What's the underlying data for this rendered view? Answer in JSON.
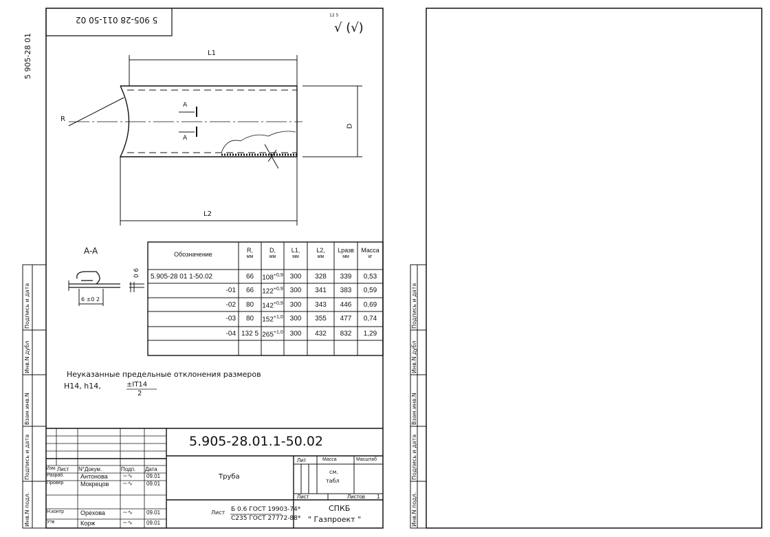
{
  "sheet": {
    "side_code": "5 905-28 01",
    "stamp_code_upside_down": "5 905-28 011-50 02",
    "roughness_value": "12 5",
    "roughness_symbol": "√ (√)",
    "dims": {
      "l1": "L1",
      "l2": "L2",
      "d": "D",
      "r": "R",
      "section_mark": "A"
    },
    "section": {
      "title": "A-A",
      "thickness": "0 6",
      "width": "6 ±0 2"
    },
    "note_line1": "Неуказанные предельные  отклонения размеров",
    "note_line2": "H14, h14, ",
    "note_frac_num": "±IT14",
    "note_frac_den": "2"
  },
  "table": {
    "headers": [
      [
        "Обозначение",
        ""
      ],
      [
        "R,",
        "мм"
      ],
      [
        "D,",
        "мм"
      ],
      [
        "L1,",
        "мм"
      ],
      [
        "L2,",
        "мм"
      ],
      [
        "Lразв",
        "мм"
      ],
      [
        "Масса",
        "кг"
      ]
    ],
    "rows": [
      {
        "designation": "5.905-28 01 1-50.02",
        "r": "66",
        "d": "108",
        "tol": "+0,9",
        "l1": "300",
        "l2": "328",
        "lr": "339",
        "mass": "0,53"
      },
      {
        "designation": "-01",
        "r": "66",
        "d": "122",
        "tol": "+0,9",
        "l1": "300",
        "l2": "341",
        "lr": "383",
        "mass": "0,59"
      },
      {
        "designation": "-02",
        "r": "80",
        "d": "142",
        "tol": "+0,9",
        "l1": "300",
        "l2": "343",
        "lr": "446",
        "mass": "0,69"
      },
      {
        "designation": "-03",
        "r": "80",
        "d": "152",
        "tol": "+1,0",
        "l1": "300",
        "l2": "355",
        "lr": "477",
        "mass": "0,74"
      },
      {
        "designation": "-04",
        "r": "132 5",
        "d": "265",
        "tol": "+1,0",
        "l1": "300",
        "l2": "432",
        "lr": "832",
        "mass": "1,29"
      }
    ]
  },
  "title_block": {
    "doc_number": "5.905-28.01.1-50.02",
    "headers": [
      "Изм.",
      "Лист",
      "N°Докум.",
      "Подп.",
      "Дата"
    ],
    "people": [
      {
        "role": "Разраб.",
        "name": "Антонова",
        "date": "09.01"
      },
      {
        "role": "Провер",
        "name": "Мокрецов",
        "date": "09.01"
      },
      {
        "role": "Н.контр",
        "name": "Орехова",
        "date": "09.01"
      },
      {
        "role": "Утв",
        "name": "Корж",
        "date": "09.01"
      }
    ],
    "part_name": "Труба",
    "lit": "Лит",
    "mass": "Масса",
    "scale": "Масштаб",
    "mass_value_1": "см.",
    "mass_value_2": "табл",
    "sheet": "Лист",
    "sheets": "Листов",
    "sheets_value": "1",
    "material_label": "Лист",
    "material_top": "Б 0.6 ГОСТ 19903-74*",
    "material_bottom": "С235 ГОСТ 27772-88*",
    "org_1": "СПКБ",
    "org_2": "\" Газпроект \""
  },
  "sidebar": [
    "Инв.N подл.",
    "Подпись и дата",
    "Взам.инв.N",
    "Инв.N дубл",
    "Подпись и дата"
  ]
}
